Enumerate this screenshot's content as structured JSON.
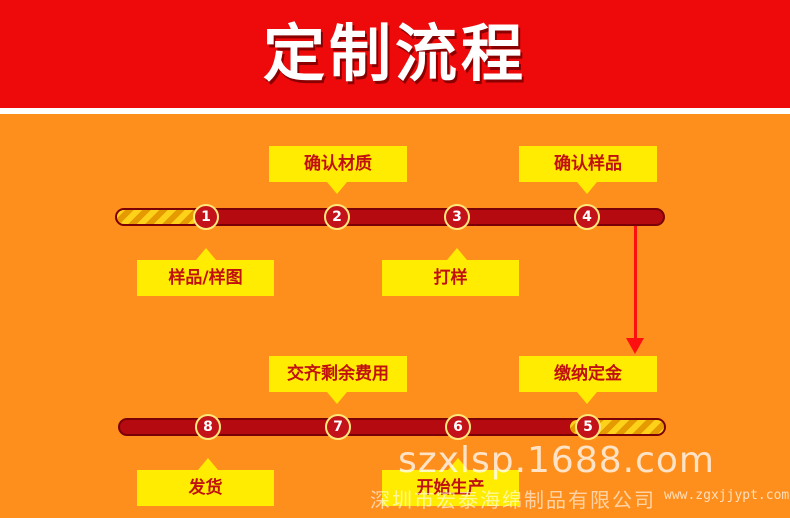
{
  "header": {
    "title": "定制流程"
  },
  "steps_top": [
    {
      "number": "1",
      "label": "样品/样图"
    },
    {
      "number": "2",
      "label": "确认材质"
    },
    {
      "number": "3",
      "label": "打样"
    },
    {
      "number": "4",
      "label": "确认样品"
    }
  ],
  "steps_bottom": [
    {
      "number": "5",
      "label": "缴纳定金"
    },
    {
      "number": "6",
      "label": "开始生产"
    },
    {
      "number": "7",
      "label": "交齐剩余费用"
    },
    {
      "number": "8",
      "label": "发货"
    }
  ],
  "watermark": {
    "url": "szxlsp.1688.com",
    "company": "深圳市宏泰海绵制品有限公司",
    "site": "www.zgxjjypt.com"
  },
  "colors": {
    "banner": "#ee0a0a",
    "background": "#ff8f1c",
    "timeline": "#b50a10",
    "label_box": "#ffec00",
    "label_text": "#c01010",
    "arrow": "#ff1010"
  }
}
